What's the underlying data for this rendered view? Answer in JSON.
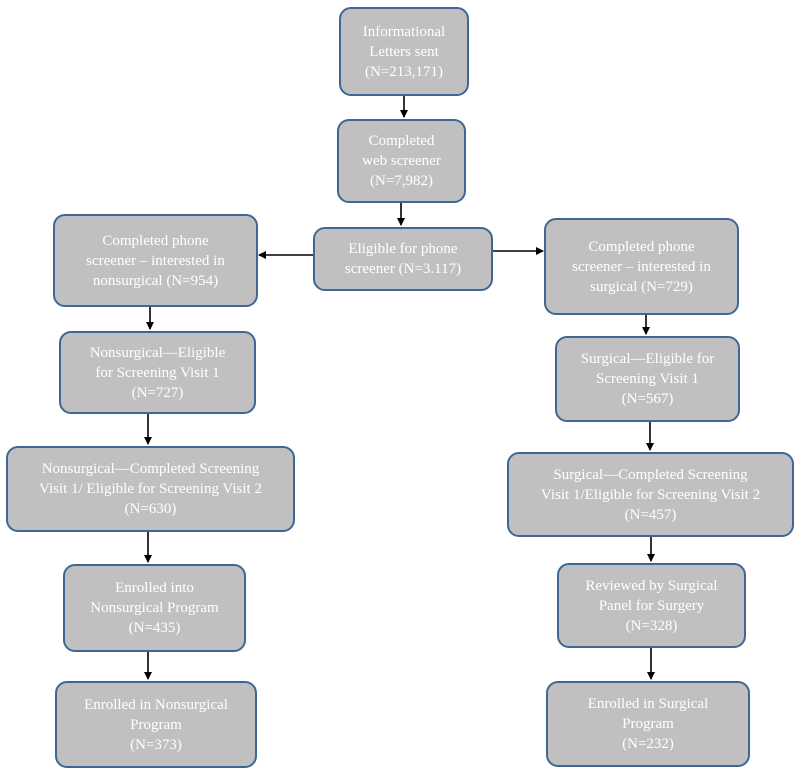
{
  "nodes": {
    "letters": [
      "Informational",
      "Letters sent",
      "(N=213,171)"
    ],
    "web": [
      "Completed",
      "web screener",
      "(N=7,982)"
    ],
    "eligible_phone": [
      "Eligible for phone",
      "screener (N=3.117)"
    ],
    "left_phone": [
      "Completed phone",
      "screener – interested in",
      "nonsurgical (N=954)"
    ],
    "right_phone": [
      "Completed phone",
      "screener – interested in",
      "surgical (N=729)"
    ],
    "left_v1": [
      "Nonsurgical—Eligible",
      "for Screening Visit 1",
      "(N=727)"
    ],
    "right_v1": [
      "Surgical—Eligible for",
      "Screening Visit 1",
      "(N=567)"
    ],
    "left_v2": [
      "Nonsurgical—Completed Screening",
      "Visit 1/ Eligible for Screening Visit 2",
      "(N=630)"
    ],
    "right_v2": [
      "Surgical—Completed Screening",
      "Visit 1/Eligible for Screening Visit 2",
      "(N=457)"
    ],
    "left_enrolled_into": [
      "Enrolled into",
      "Nonsurgical Program",
      "(N=435)"
    ],
    "right_reviewed": [
      "Reviewed by Surgical",
      "Panel for Surgery",
      "(N=328)"
    ],
    "left_final": [
      "Enrolled in Nonsurgical",
      "Program",
      "(N=373)"
    ],
    "right_final": [
      "Enrolled in Surgical",
      "Program",
      "(N=232)"
    ]
  }
}
